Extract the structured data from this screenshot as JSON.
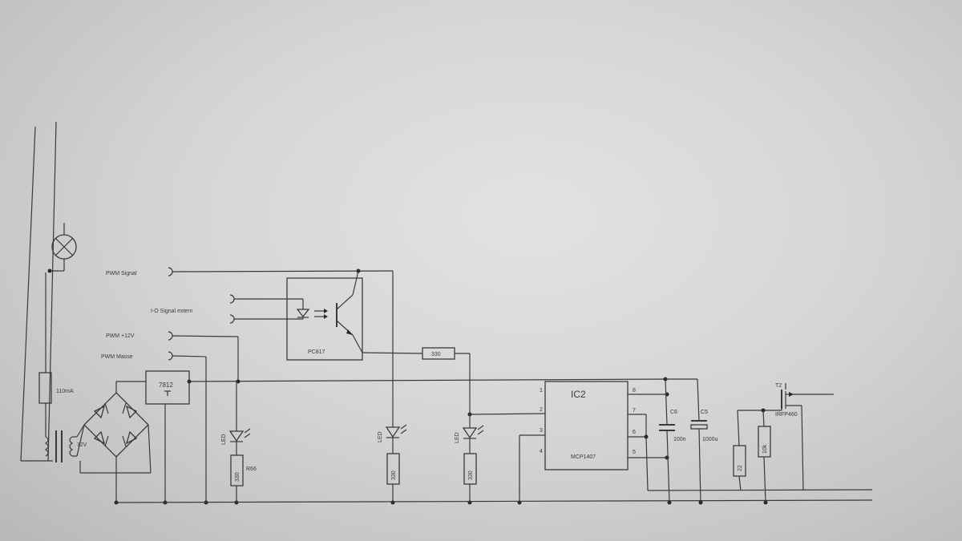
{
  "inputs": {
    "pwm_signal": "PWM Signal",
    "io_signal": "I-O Signal extern",
    "pwm_12v": "PWM +12V",
    "pwm_masse": "PWM Masse"
  },
  "components": {
    "fuse": "110mA",
    "transformer_voltage": "12V",
    "regulator": "7812",
    "optocoupler": "PC817",
    "resistor_series": "330",
    "resistor_led1": "330",
    "resistor_led2": "330",
    "resistor_led3": "330",
    "resistor_led1_ref": "R66",
    "led1": "LED",
    "led2": "LED",
    "led3": "LED",
    "ic_name": "IC2",
    "ic_part": "MCP1407",
    "pin1": "1",
    "pin2": "2",
    "pin3": "3",
    "pin4": "4",
    "pin5": "5",
    "pin6": "6",
    "pin7": "7",
    "pin8": "8",
    "cap1_ref": "C6",
    "cap1_val": "100n",
    "cap2_ref": "C5",
    "cap2_val": "1000u",
    "res_gate": "22",
    "res_pulldown": "10k",
    "mosfet_ref": "T2",
    "mosfet_part": "IRFP460"
  },
  "colors": {
    "ink": "#3a3a3a",
    "paper": "#dcdcda"
  }
}
